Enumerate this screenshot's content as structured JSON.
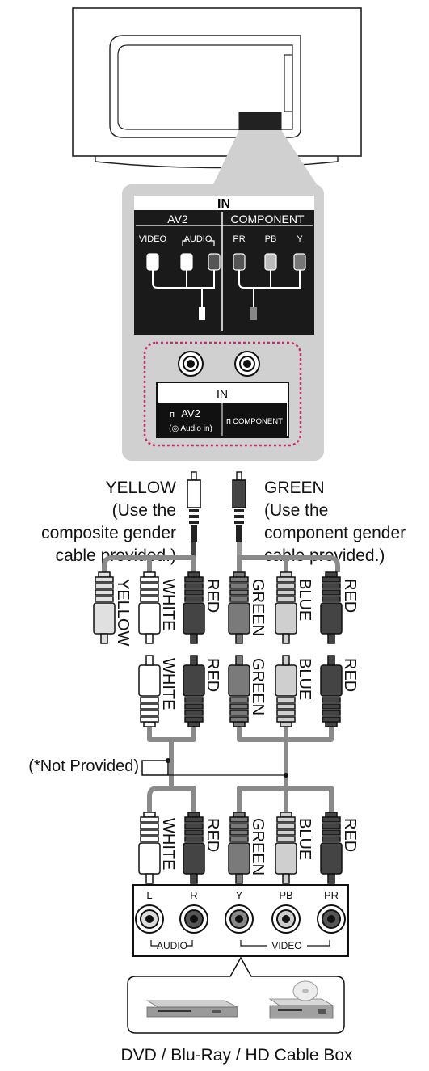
{
  "panel": {
    "in_header": "IN",
    "av2": "AV2",
    "component": "COMPONENT",
    "video": "VIDEO",
    "audio": "AUDIO",
    "pr": "PR",
    "pb": "PB",
    "y": "Y"
  },
  "jack_panel": {
    "in_label": "IN",
    "av2_label": "AV2",
    "audio_in": "(◎ Audio in)",
    "component_label": "COMPONENT"
  },
  "cable_notes": {
    "yellow": [
      "YELLOW",
      "(Use the",
      "composite gender",
      "cable provided.)"
    ],
    "green": [
      "GREEN",
      "(Use the",
      "component gender",
      "cable provided.)"
    ]
  },
  "plug_labels": {
    "yellow": "YELLOW",
    "white": "WHITE",
    "red": "RED",
    "green": "GREEN",
    "blue": "BLUE"
  },
  "not_provided": "(*Not Provided)",
  "device_panel": {
    "l": "L",
    "r": "R",
    "y": "Y",
    "pb": "PB",
    "pr": "PR",
    "audio": "AUDIO",
    "video": "VIDEO"
  },
  "caption": "DVD / Blu-Ray / HD Cable Box"
}
